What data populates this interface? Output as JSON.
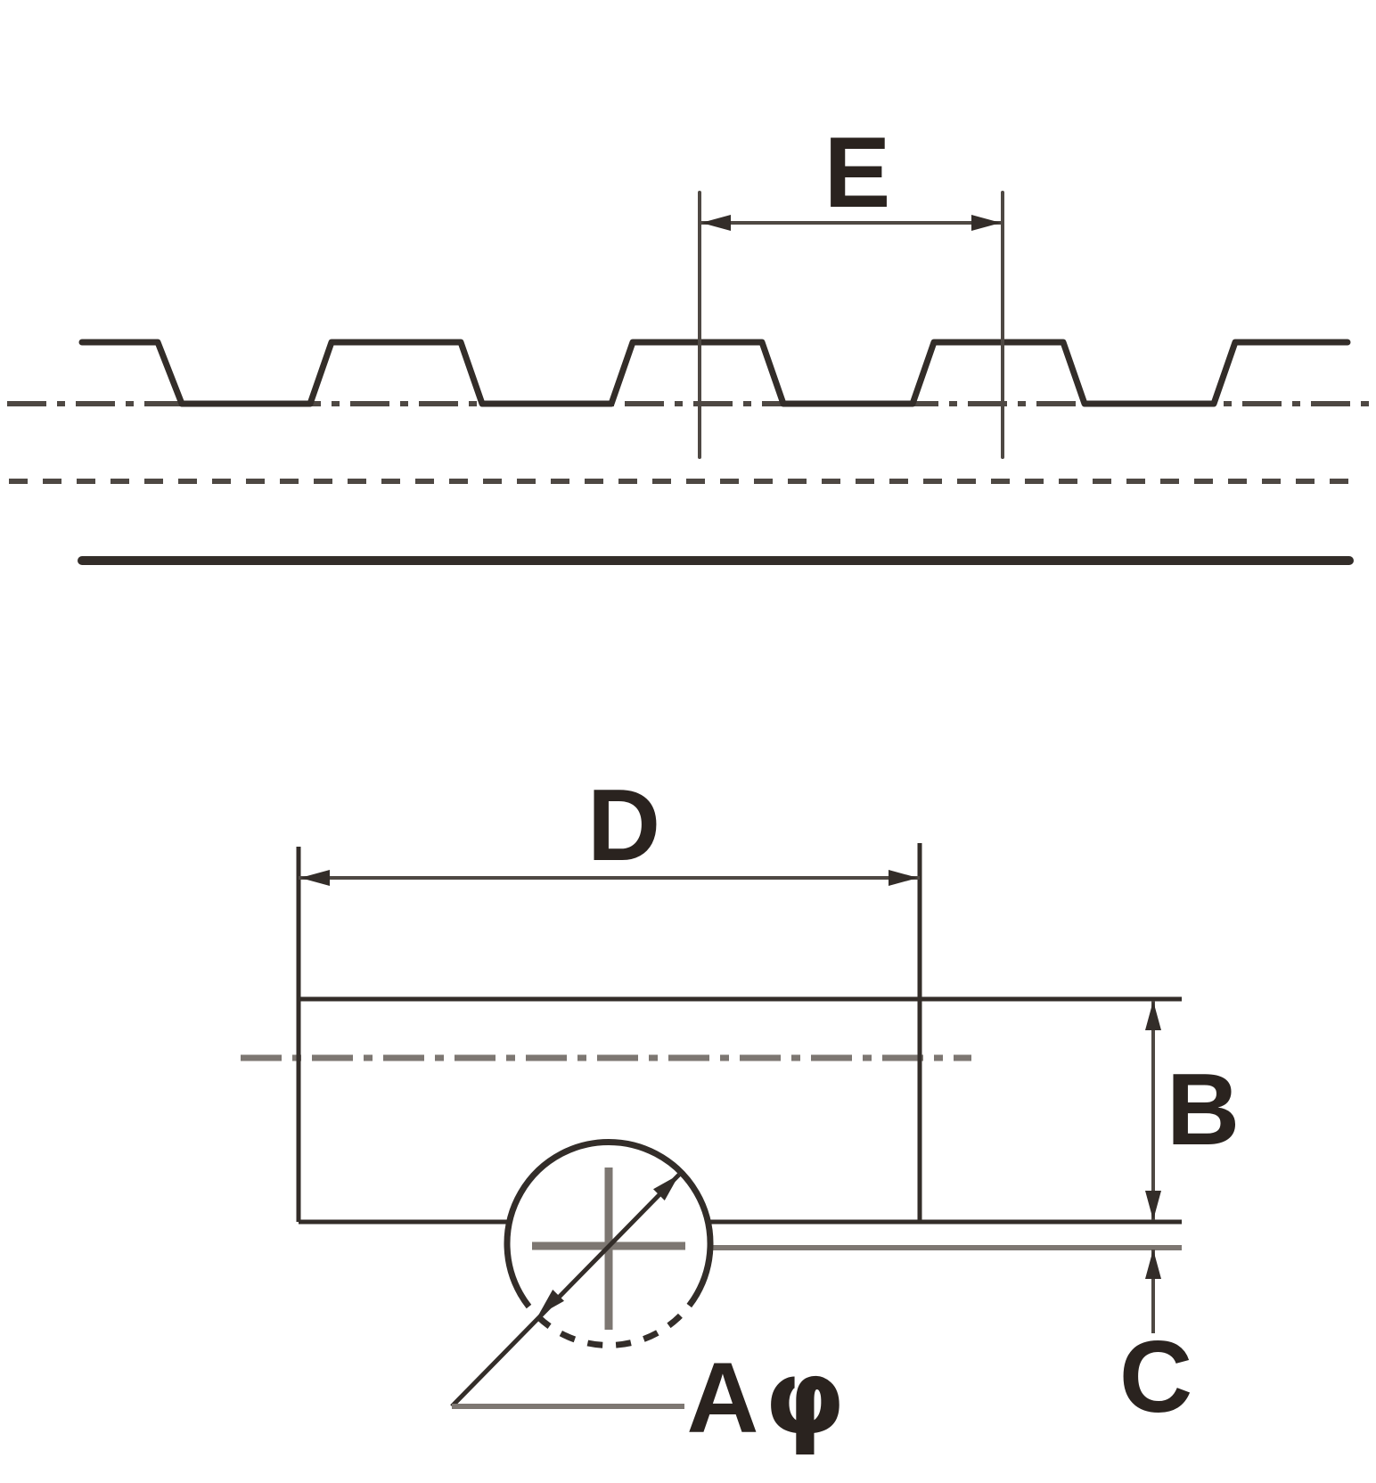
{
  "figure": {
    "type": "engineering-dimension-diagram",
    "views": {
      "top": "timing-belt-tooth-profile-side-view",
      "bottom": "body-cross-section-with-bore"
    },
    "labels": {
      "tooth_pitch": "E",
      "body_width": "D",
      "body_height": "B",
      "backing_thickness": "C",
      "bore_letter": "A",
      "bore_phi": "φ"
    },
    "colors": {
      "background": "#ffffff",
      "line_dark": "#332d29",
      "line_medium": "#4e4843",
      "line_gray": "#7d7772",
      "label_text": "#2a231f"
    }
  }
}
